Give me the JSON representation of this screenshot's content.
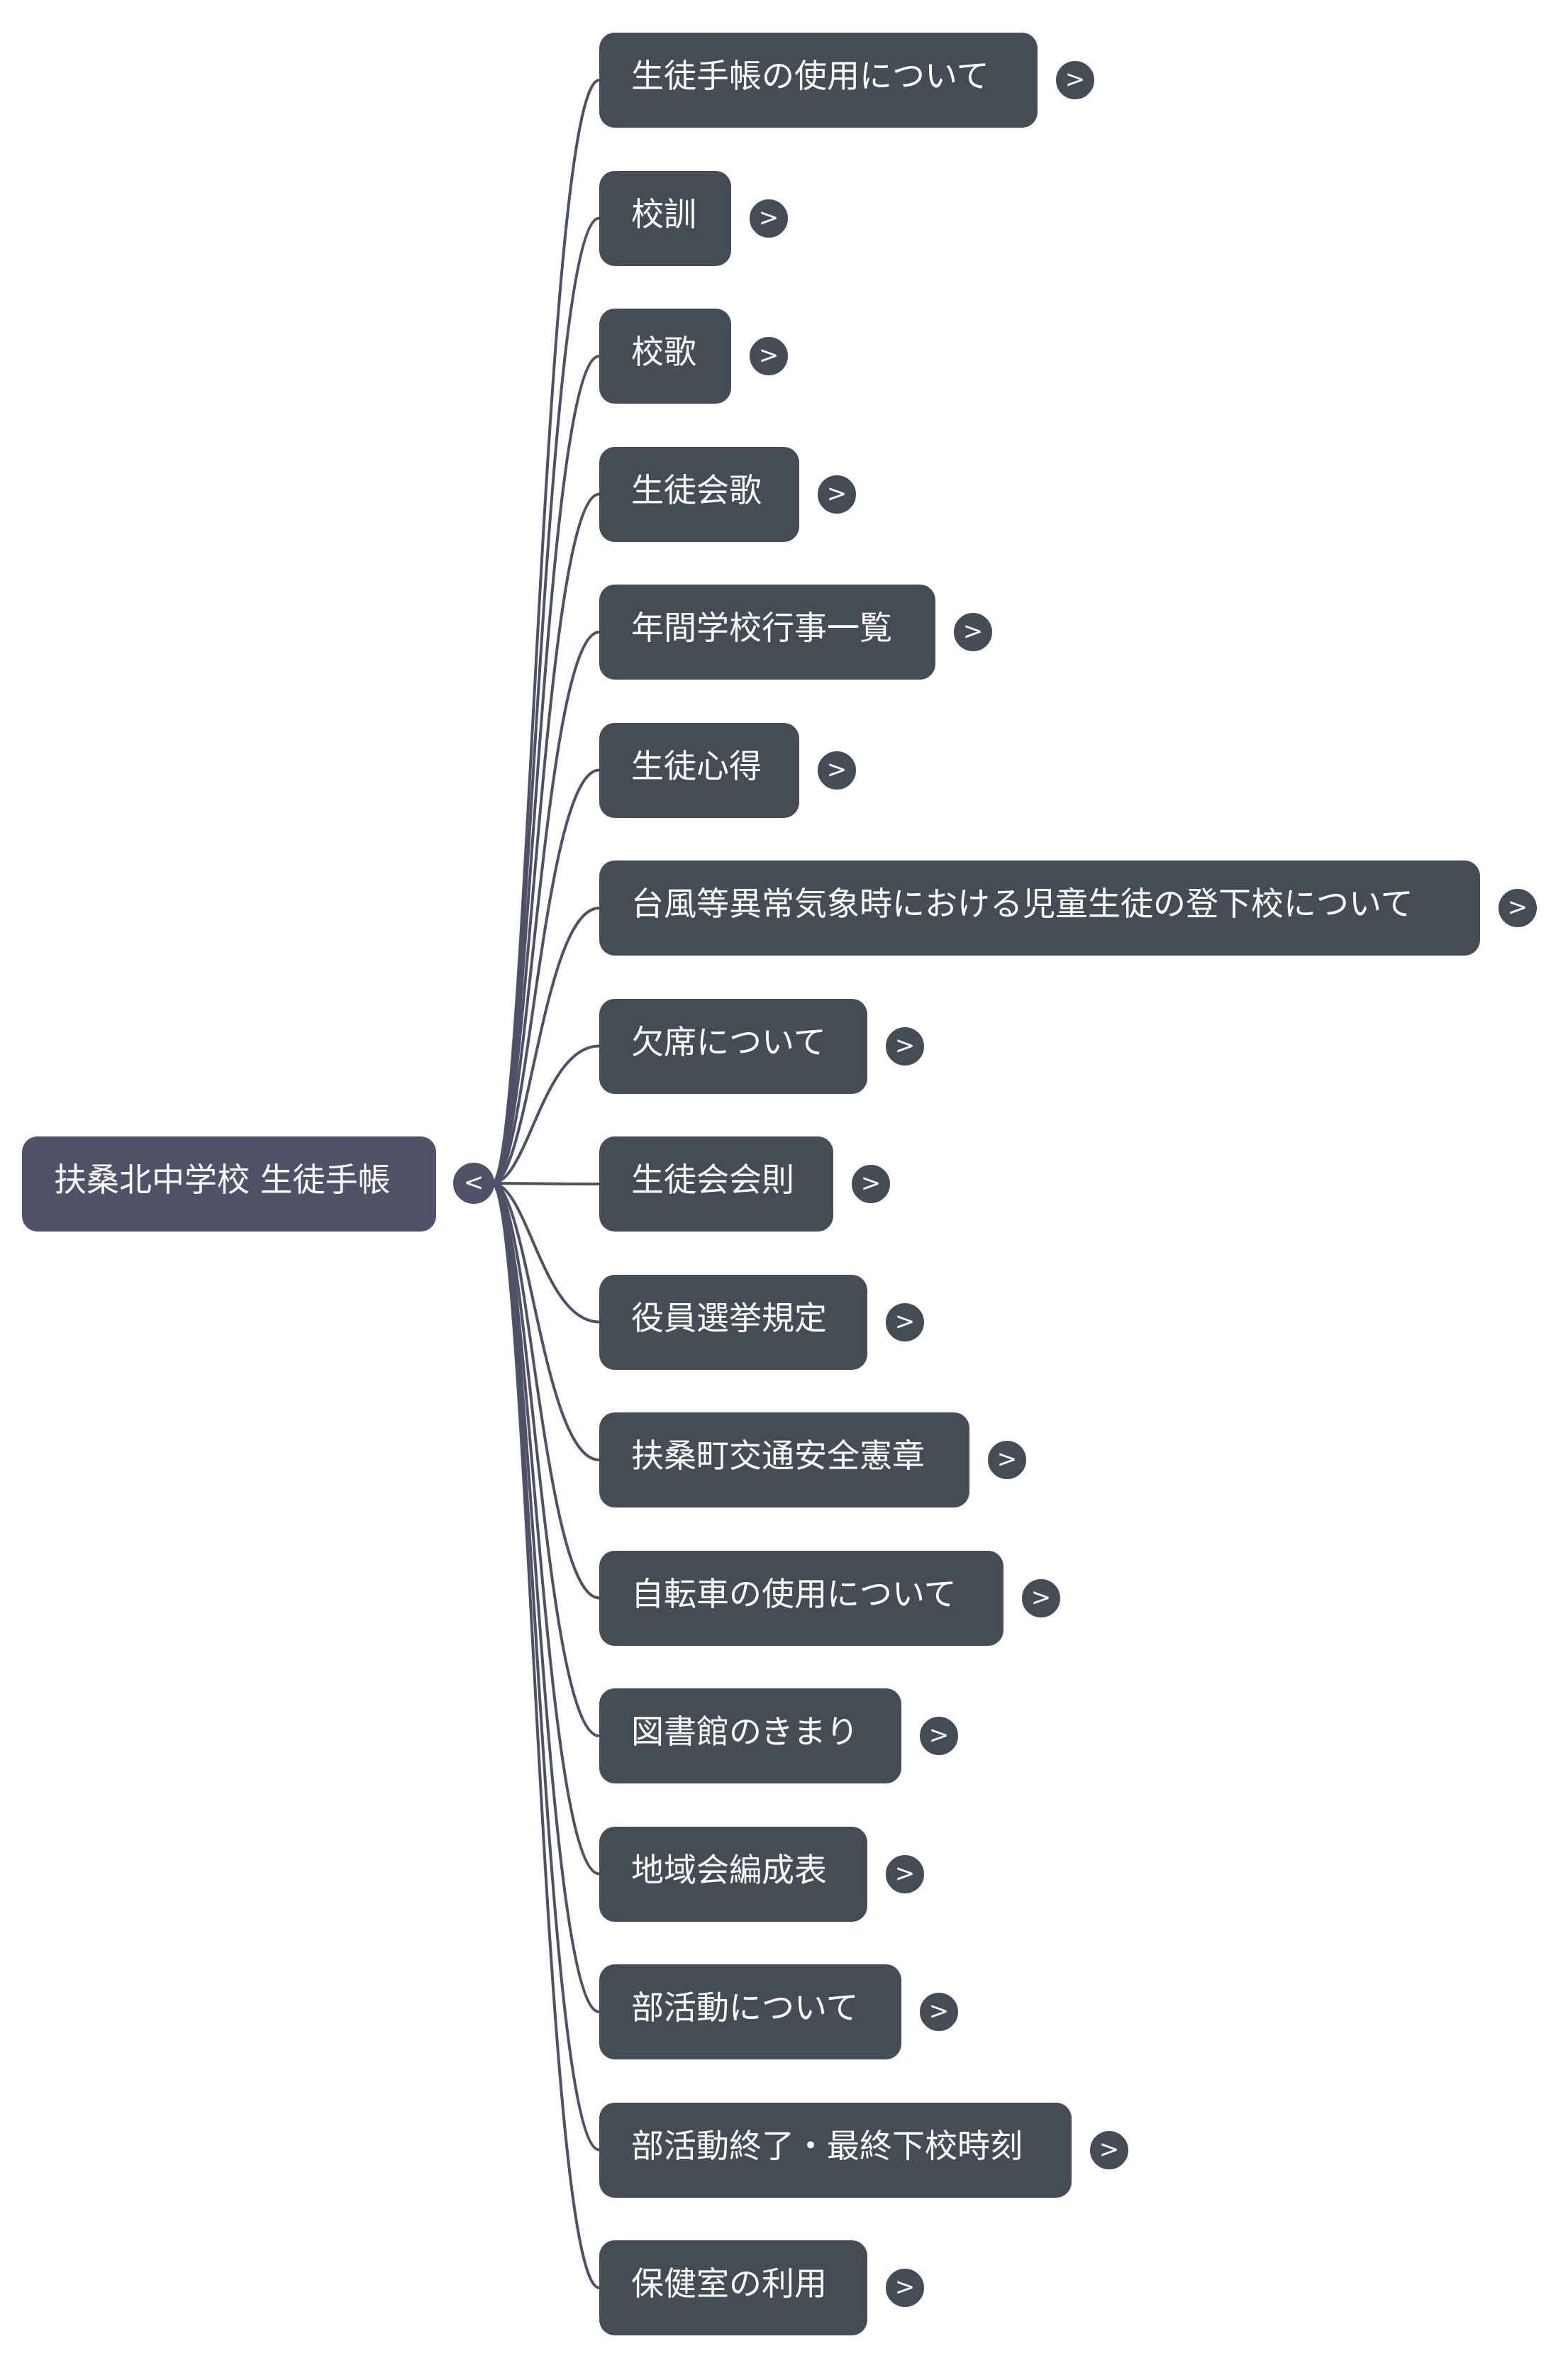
{
  "mindmap": {
    "colors": {
      "root_fill": "#505268",
      "child_fill": "#454c56",
      "link_stroke": "#4f5166",
      "text": "#ffffff"
    },
    "root": {
      "label": "扶桑北中学校 生徒手帳",
      "collapse_icon": "<"
    },
    "children": [
      {
        "label": "生徒手帳の使用について",
        "expand_icon": ">"
      },
      {
        "label": "校訓",
        "expand_icon": ">"
      },
      {
        "label": "校歌",
        "expand_icon": ">"
      },
      {
        "label": "生徒会歌",
        "expand_icon": ">"
      },
      {
        "label": "年間学校行事一覧",
        "expand_icon": ">"
      },
      {
        "label": "生徒心得",
        "expand_icon": ">"
      },
      {
        "label": "台風等異常気象時における児童生徒の登下校について",
        "expand_icon": ">"
      },
      {
        "label": "欠席について",
        "expand_icon": ">"
      },
      {
        "label": "生徒会会則",
        "expand_icon": ">"
      },
      {
        "label": "役員選挙規定",
        "expand_icon": ">"
      },
      {
        "label": "扶桑町交通安全憲章",
        "expand_icon": ">"
      },
      {
        "label": "自転車の使用について",
        "expand_icon": ">"
      },
      {
        "label": "図書館のきまり",
        "expand_icon": ">"
      },
      {
        "label": "地域会編成表",
        "expand_icon": ">"
      },
      {
        "label": "部活動について",
        "expand_icon": ">"
      },
      {
        "label": "部活動終了・最終下校時刻",
        "expand_icon": ">"
      },
      {
        "label": "保健室の利用",
        "expand_icon": ">"
      }
    ]
  }
}
